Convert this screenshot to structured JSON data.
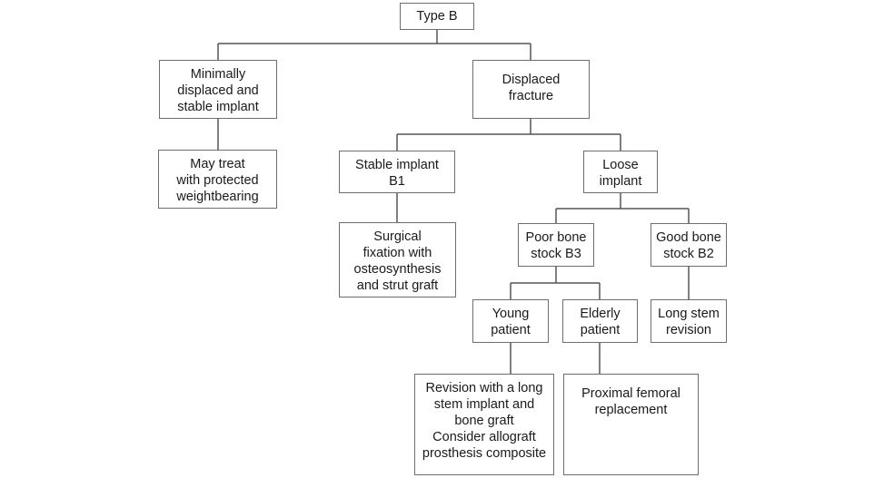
{
  "diagram": {
    "nodes": {
      "type_b": "Type B",
      "minimally_displaced": "Minimally\ndisplaced and\nstable implant",
      "displaced_fracture": "Displaced\nfracture",
      "protected_weightbearing": "May treat\nwith protected\nweightbearing",
      "stable_implant_b1": "Stable implant\nB1",
      "loose_implant": "Loose\nimplant",
      "surgical_fixation": "Surgical\nfixation with\nosteosynthesis\nand strut graft",
      "poor_bone_stock_b3": "Poor bone\nstock B3",
      "good_bone_stock_b2": "Good bone\nstock B2",
      "young_patient": "Young\npatient",
      "elderly_patient": "Elderly\npatient",
      "long_stem_revision": "Long stem\nrevision",
      "revision_long_stem": "Revision with a long\nstem implant and\nbone graft\nConsider allograft\nprosthesis composite",
      "proximal_femoral_replacement": "Proximal femoral\nreplacement"
    }
  }
}
